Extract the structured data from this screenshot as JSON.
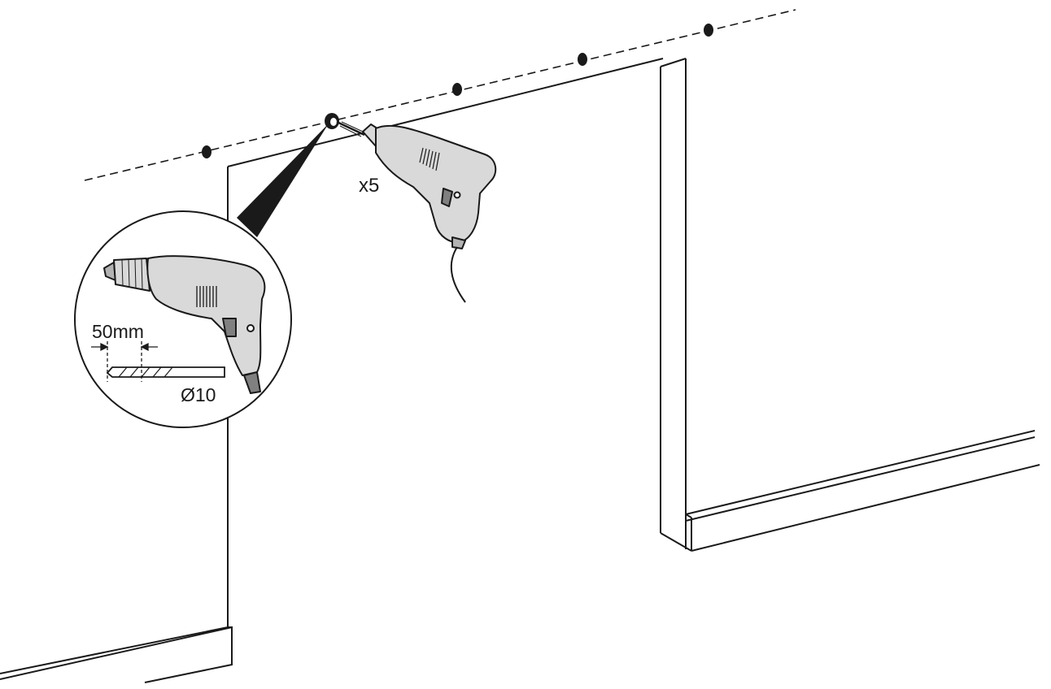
{
  "labels": {
    "hole_count": "x5",
    "drill_depth": "50mm",
    "bit_diameter": "Ø10"
  },
  "colors": {
    "line": "#1a1a1a",
    "drill_body": "#d9d9d9",
    "drill_shadow": "#b3b3b3",
    "drill_dark": "#808080",
    "background": "#ffffff"
  },
  "icons": {
    "drill": "power-drill-icon",
    "drill_bit": "drill-bit-icon"
  }
}
